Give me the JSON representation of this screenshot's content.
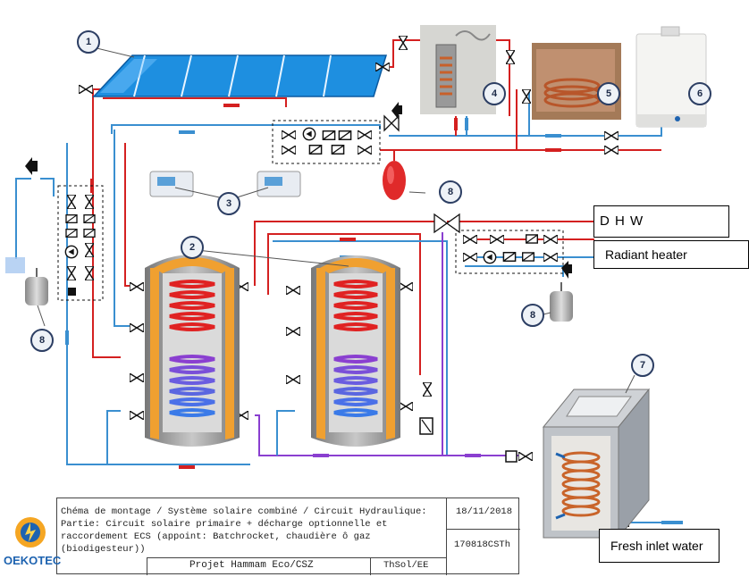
{
  "callouts": {
    "n1": "1",
    "n2": "2",
    "n3": "3",
    "n4": "4",
    "n5": "5",
    "n6": "6",
    "n7": "7",
    "n8a": "8",
    "n8b": "8",
    "n8c": "8"
  },
  "labels": {
    "dhw": "D H W",
    "radiant": "Radiant heater",
    "fresh": "Fresh inlet water"
  },
  "title_block": {
    "description_l1": "Chéma de montage / Système solaire combiné / Circuit Hydraulique:",
    "description_l2": "Partie: Circuit solaire primaire + décharge optionnelle et",
    "description_l3": "raccordement  ECS  (appoint: Batchrocket,  chaudière  ô  gaz",
    "description_l4": "(biodigesteur))",
    "date": "18/11/2018",
    "project": "Projet Hammam Eco/CSZ",
    "reference": "170818CSTh",
    "code": "ThSol/EE"
  },
  "logo": {
    "text": "OEKOTEC"
  },
  "colors": {
    "hot_pipe": "#d42020",
    "cold_pipe": "#3a8fd0",
    "return_pipe": "#8a3fd0",
    "tank_body": "#f0a030",
    "collector": "#1e8fe0",
    "valve": "#222222"
  },
  "icons": {
    "valve": "gate-valve-icon",
    "pump": "circulation-pump-icon",
    "expansion_vessel": "expansion-vessel-icon",
    "controller": "solar-controller-icon",
    "boiler": "gas-boiler-icon"
  }
}
